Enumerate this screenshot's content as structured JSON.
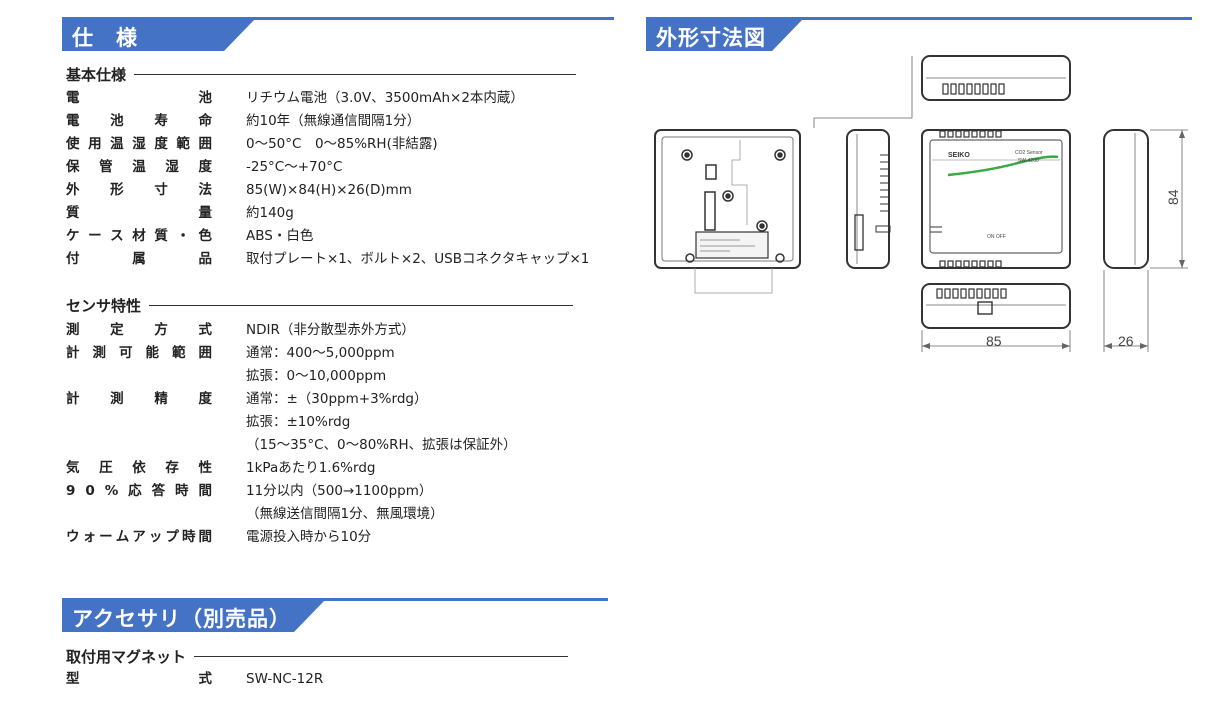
{
  "spec": {
    "banner": "仕　様",
    "basic": {
      "heading": "基本仕様",
      "rows": [
        {
          "label": "電池",
          "value": "リチウム電池（3.0V、3500mAh×2本内蔵）"
        },
        {
          "label": "電池寿命",
          "value": "約10年（無線通信間隔1分）"
        },
        {
          "label": "使用温湿度範囲",
          "value": "0～50°C　0～85%RH(非結露)"
        },
        {
          "label": "保管温湿度",
          "value": "-25°C～+70°C"
        },
        {
          "label": "外形寸法",
          "value": "85(W)×84(H)×26(D)mm"
        },
        {
          "label": "質量",
          "value": "約140g"
        },
        {
          "label": "ケース材質・色",
          "value": "ABS・白色"
        },
        {
          "label": "付属品",
          "value": "取付プレート×1、ボルト×2、USBコネクタキャップ×1"
        }
      ]
    },
    "sensor": {
      "heading": "センサ特性",
      "rows": [
        {
          "label": "測定方式",
          "value": "NDIR（非分散型赤外方式）"
        },
        {
          "label": "計測可能範囲",
          "value": "通常：400～5,000ppm"
        },
        {
          "label": "",
          "value": "拡張：0～10,000ppm"
        },
        {
          "label": "計測精度",
          "value": "通常：±（30ppm+3%rdg）"
        },
        {
          "label": "",
          "value": "拡張：±10%rdg"
        },
        {
          "label": "",
          "value": "（15～35°C、0～80%RH、拡張は保証外）"
        },
        {
          "label": "気圧依存性",
          "value": "1kPaあたり1.6%rdg"
        },
        {
          "label": "90%応答時間",
          "value": "11分以内（500→1100ppm）"
        },
        {
          "label": "",
          "value": "（無線送信間隔1分、無風環境）"
        },
        {
          "label": "ウォームアップ時間",
          "value": "電源投入時から10分"
        }
      ]
    }
  },
  "accessory": {
    "banner": "アクセサリ（別売品）",
    "magnet": {
      "heading": "取付用マグネット",
      "rows": [
        {
          "label": "型式",
          "value": "SW-NC-12R"
        }
      ]
    }
  },
  "drawing": {
    "banner": "外形寸法図",
    "device_brand": "SEIKO",
    "device_name": "CO2 Sensor",
    "device_model": "SW-4200",
    "switch_label": "ON OFF",
    "dim_width": "85",
    "dim_height": "84",
    "dim_depth": "26"
  }
}
